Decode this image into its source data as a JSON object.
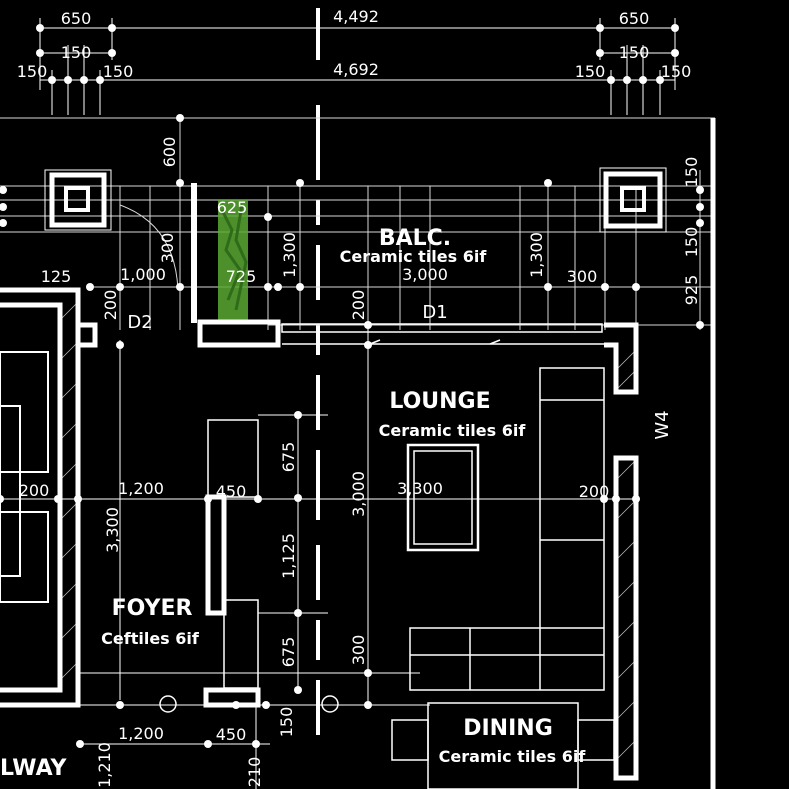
{
  "colors": {
    "background": "#000000",
    "lines": "#ffffff",
    "grid": "#d8d8d8",
    "plant": "#5aa832"
  },
  "rooms": {
    "balcony": {
      "name": "BALC.",
      "finish": "Ceramic tiles 6if"
    },
    "lounge": {
      "name": "LOUNGE",
      "finish": "Ceramic tiles 6if"
    },
    "foyer": {
      "name": "FOYER",
      "finish": "Ceftiles 6if"
    },
    "dining": {
      "name": "DINING",
      "finish": "Ceramic tiles 6if"
    },
    "hallway": {
      "name": "LWAY"
    }
  },
  "tags": {
    "door_d1": "D1",
    "door_d2": "D2",
    "window_w4": "W4"
  },
  "dims": {
    "top_650_left": "650",
    "top_4492": "4,492",
    "top_650_right": "650",
    "top_150_left": "150",
    "top_150_right": "150",
    "row3_150_a": "150",
    "row3_150_b": "150",
    "row3_4692": "4,692",
    "row3_150_c": "150",
    "row3_150_d": "150",
    "v600": "600",
    "v150_right": "150",
    "v150_right_b": "150",
    "v925": "925",
    "v300_left": "300",
    "v1300_mid": "1,300",
    "v1300_right": "1,300",
    "d625": "625",
    "d125": "125",
    "d1000": "1,000",
    "d725": "725",
    "d3000_balc": "3,000",
    "d300": "300",
    "v200_a": "200",
    "v200_b": "200",
    "h200_left": "200",
    "h1200": "1,200",
    "h450": "450",
    "h3300": "3,300",
    "h200_right": "200",
    "v3300": "3,300",
    "v3000": "3,000",
    "v675_a": "675",
    "v1125": "1,125",
    "v675_b": "675",
    "v300_b": "300",
    "b1200": "1,200",
    "b450": "450",
    "v150_b": "150",
    "v1210": "1,210",
    "v210": "210"
  }
}
